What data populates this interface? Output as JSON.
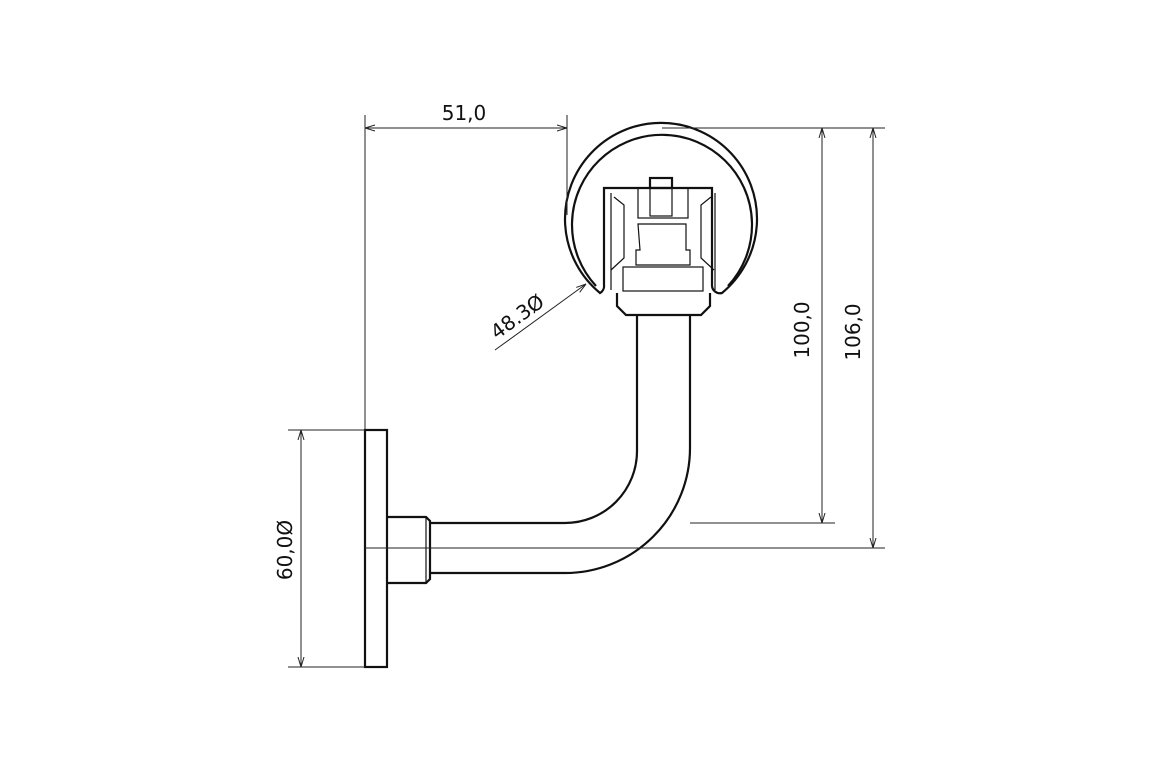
{
  "drawing": {
    "title": "Handrail bracket technical drawing",
    "dimensions": {
      "horizontal_offset": "51,0",
      "rail_diameter": "48.3Ø",
      "height_to_tube_top": "100,0",
      "height_to_centerline": "106,0",
      "plate_diameter": "60,0Ø"
    }
  }
}
